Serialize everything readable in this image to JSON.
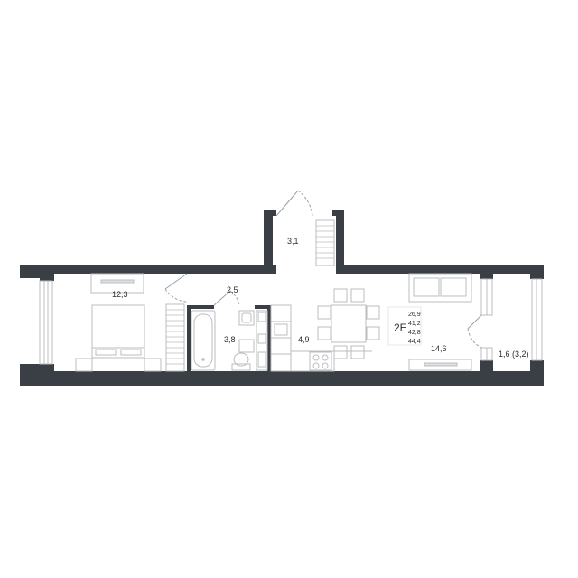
{
  "plan": {
    "colors": {
      "wall": "#3a3f45",
      "line": "#b9bcc0",
      "window": "#c9ccd0",
      "text": "#2b2f33"
    },
    "rooms": {
      "vestibule": "3,1",
      "bedroom": "12,3",
      "corridor": "2,5",
      "bathroom": "3,8",
      "kitchen": "4,9",
      "living": "14,6",
      "balcony": "1,6 (3,2)"
    },
    "unit": {
      "code": "2E",
      "areas": [
        "26,9",
        "41,2",
        "42,8",
        "44,4"
      ]
    }
  }
}
